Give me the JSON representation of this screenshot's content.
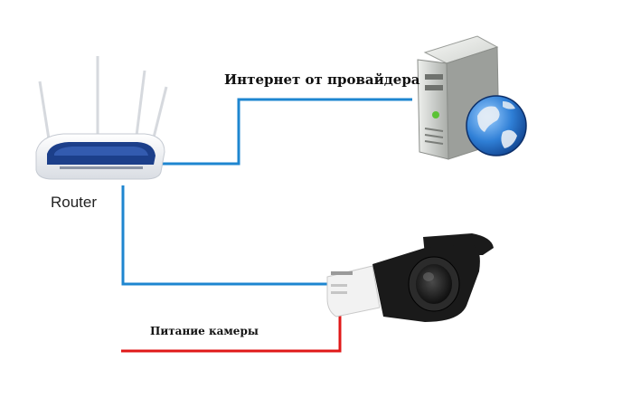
{
  "labels": {
    "internet": "Интернет от провайдера",
    "router": "Router",
    "camera_power": "Питание камеры"
  },
  "colors": {
    "network_cable": "#1e86d0",
    "power_cable": "#e01818",
    "router_body": "#1c3f8a",
    "server_body": "#d7d9d6",
    "globe": "#2c6fc0",
    "camera_body": "#1a1a1a"
  },
  "icons": [
    "router-icon",
    "server-icon",
    "globe-icon",
    "ip-camera-icon"
  ]
}
